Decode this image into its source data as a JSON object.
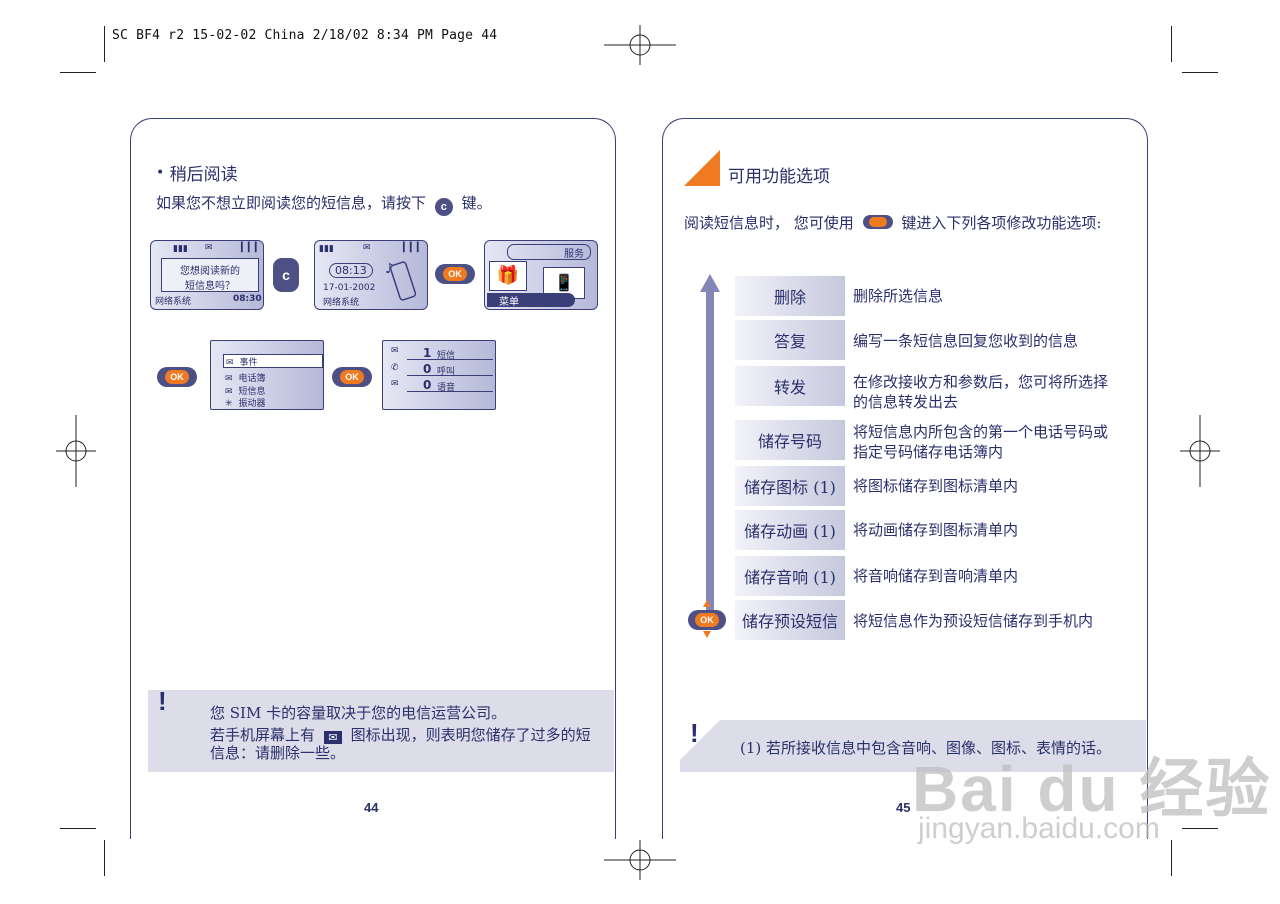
{
  "header": "SC BF4 r2 15-02-02 China  2/18/02  8:34 PM  Page 44",
  "left": {
    "section_title": "稍后阅读",
    "intro_before": "如果您不想立即阅读您的短信息，请按下",
    "intro_after": "键。",
    "c_label": "c",
    "screen1": {
      "line1": "您想阅读新的",
      "line2": "短信息吗？",
      "network": "网络系统",
      "time": "08:30"
    },
    "screen2": {
      "time": "08:13",
      "date": "17-01-2002",
      "network": "网络系统"
    },
    "screen3": {
      "tab": "服务",
      "menu": "菜单"
    },
    "menu_screen": {
      "items": [
        "事件",
        "电话簿",
        "短信息",
        "振动器"
      ]
    },
    "sms_screen": {
      "rows": [
        {
          "count": "1",
          "label": "短信"
        },
        {
          "count": "0",
          "label": "呼叫"
        },
        {
          "count": "0",
          "label": "语音"
        }
      ]
    },
    "ok_label": "OK",
    "note_line1": "您 SIM 卡的容量取决于您的电信运营公司。",
    "note_line2a": "若手机屏幕上有",
    "note_line2b": "图标出现，则表明您储存了过多的短",
    "note_line3": "信息：请删除一些。",
    "page_number": "44"
  },
  "right": {
    "section_title": "可用功能选项",
    "intro_before": "阅读短信息时，  您可使用",
    "intro_after": "键进入下列各项修改功能选项:",
    "functions": [
      {
        "label": "删除",
        "desc": "删除所选信息"
      },
      {
        "label": "答复",
        "desc": "编写一条短信息回复您收到的信息"
      },
      {
        "label": "转发",
        "desc": "在修改接收方和参数后，您可将所选择的信息转发出去"
      },
      {
        "label": "储存号码",
        "desc": "将短信息内所包含的第一个电话号码或指定号码储存电话簿内"
      },
      {
        "label": "储存图标 (1)",
        "desc": "将图标储存到图标清单内"
      },
      {
        "label": "储存动画 (1)",
        "desc": "将动画储存到图标清单内"
      },
      {
        "label": "储存音响 (1)",
        "desc": "将音响储存到音响清单内"
      },
      {
        "label": "储存预设短信",
        "desc": "将短信息作为预设短信储存到手机内"
      }
    ],
    "desc_lines": {
      "f2a": "在修改接收方和参数后，您可将所选择",
      "f2b": "的信息转发出去",
      "f3a": "将短信息内所包含的第一个电话号码或",
      "f3b": "指定号码储存电话簿内"
    },
    "note": "(1)  若所接收信息中包含音响、图像、图标、表情的话。",
    "page_number": "45"
  },
  "watermark": {
    "brand": "Bai du 经验",
    "url": "jingyan.baidu.com"
  },
  "colors": {
    "ink": "#2b2f6b",
    "accent": "#f07a22",
    "panel": "#dcdde9"
  }
}
